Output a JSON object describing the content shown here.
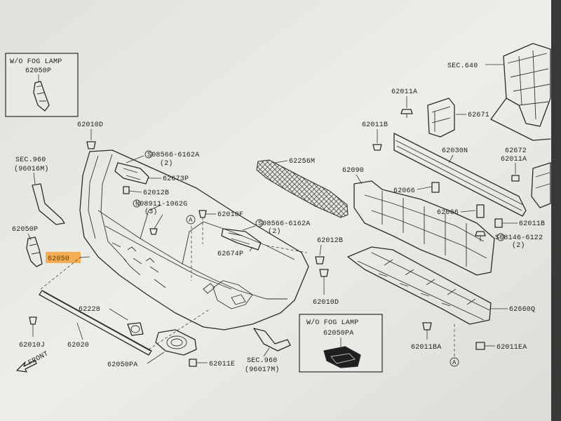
{
  "inset_fog_left": {
    "title": "W/O FOG LAMP",
    "part": "62050P"
  },
  "inset_fog_right": {
    "title": "W/O FOG LAMP",
    "part": "62050PA"
  },
  "labels": {
    "sec640": "SEC.640",
    "p62011A_top": "62011A",
    "p62671": "62671",
    "p62011B_top": "62011B",
    "p62030N": "62030N",
    "p62672": "62672",
    "p62011A_mid": "62011A",
    "p62010D_top": "62010D",
    "sec960_l": "SEC.960",
    "sec960_l_sub": "(96016M)",
    "s08566_top": "S08566-6162A",
    "s08566_top_qty": "(2)",
    "p62673P": "62673P",
    "p62012B_l": "62012B",
    "n08911": "N08911-1062G",
    "n08911_qty": "(3)",
    "p62010F": "62010F",
    "p62256M": "62256M",
    "p62090": "62090",
    "p62066_a": "62066",
    "p62066_b": "62066",
    "p62011B_r": "62011B",
    "s08146": "S08146-6122",
    "s08146_qty": "(2)",
    "s08566_mid": "S08566-6162A",
    "s08566_mid_qty": "(2)",
    "p62674P": "62674P",
    "p62012B_r": "62012B",
    "p62050P_l": "62050P",
    "p62050_hl": "62050",
    "p62010D_mid": "62010D",
    "p62660Q": "62660Q",
    "p62228": "62228",
    "p62010J": "62010J",
    "p62020": "62020",
    "p62050PA": "62050PA",
    "p62011E": "62011E",
    "sec960_r": "SEC.960",
    "sec960_r_sub": "(96017M)",
    "p62011BA": "62011BA",
    "p62011EA": "62011EA",
    "front": "FRONT",
    "ref_a": "A"
  },
  "colors": {
    "paper": "#e4e6e1",
    "ink": "#2a2a2a",
    "highlight": "#f7a23a"
  }
}
